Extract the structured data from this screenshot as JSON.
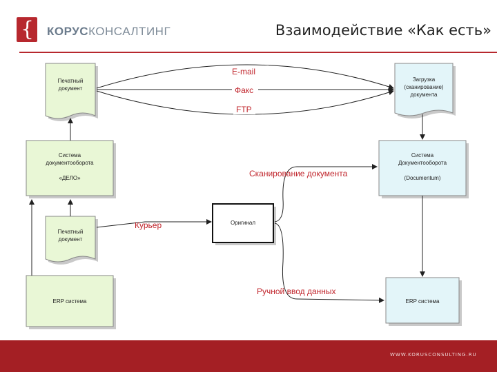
{
  "header": {
    "logo_brace": "{",
    "logo_bold": "КОРУС",
    "logo_light": "КОНСАЛТИНГ",
    "title": "Взаимодействие «Как есть»"
  },
  "colors": {
    "accent": "#b7282e",
    "green_fill": "#e9f7d6",
    "cyan_fill": "#e3f5f9"
  },
  "nodes": {
    "paper_doc_top": [
      "Печатный",
      "документ"
    ],
    "scan_upload": [
      "Загрузка",
      "(сканирование)",
      "документа"
    ],
    "delo": [
      "Система",
      "документооборота",
      "",
      "«ДЕЛО»"
    ],
    "documentum": [
      "Система",
      "Документооборота",
      "",
      "(Documentum)"
    ],
    "paper_doc_bottom": [
      "Печатный",
      "документ"
    ],
    "original": [
      "Оригинал"
    ],
    "erp_left": [
      "ERP система"
    ],
    "erp_right": [
      "ERP система"
    ]
  },
  "labels": {
    "email": "E-mail",
    "fax": "Факс",
    "ftp": "FTP",
    "scan_doc": "Сканирование документа",
    "courier": "Курьер",
    "manual_input": "Ручной ввод данных"
  },
  "footer": {
    "url": "WWW.KORUSCONSULTING.RU"
  }
}
